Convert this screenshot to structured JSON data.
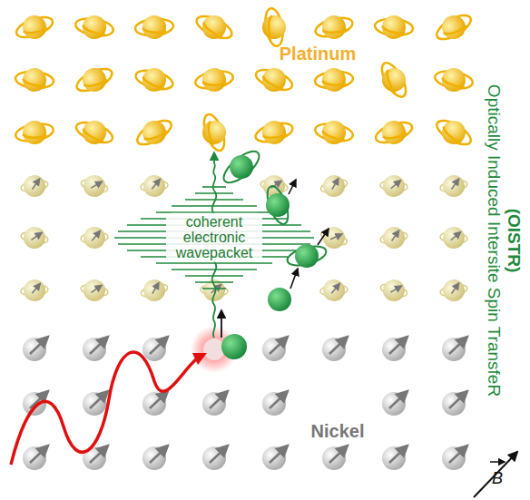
{
  "diagram": {
    "labels": [
      "Platinum",
      "coherent electronic wavepacket",
      "Nickel",
      "Optically Induced Intersite Spin TransfeR",
      "(OISTR)",
      "B"
    ]
  }
}
